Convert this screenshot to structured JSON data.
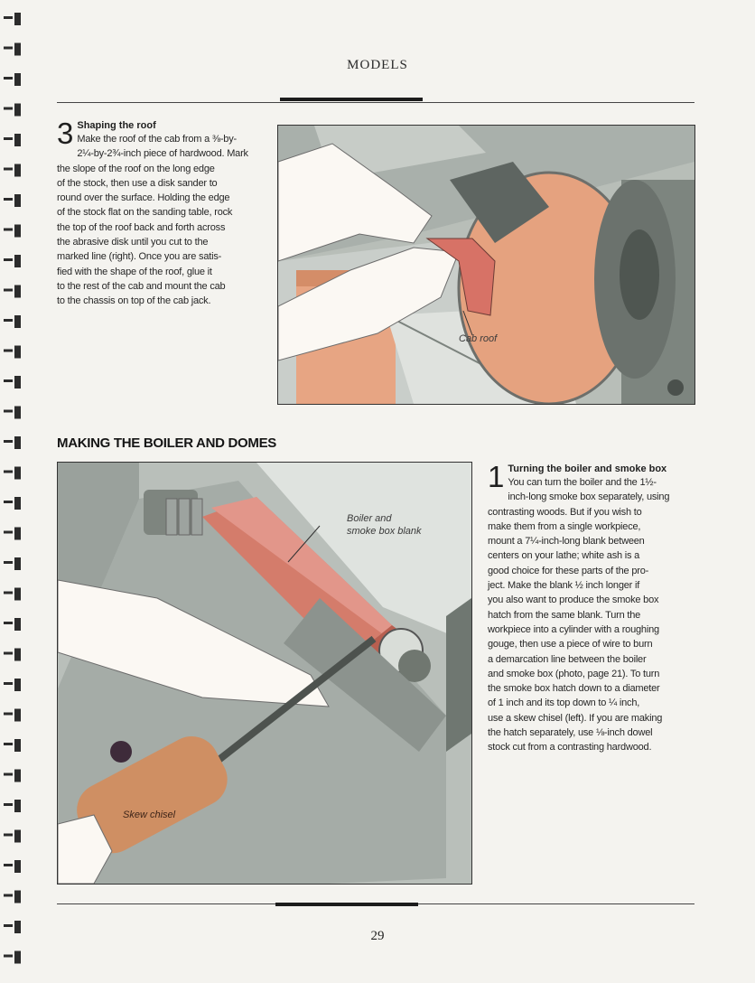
{
  "header": {
    "title": "MODELS"
  },
  "step3": {
    "number": "3",
    "title": "Shaping the roof",
    "body_lines": [
      "Make the roof of the cab from a ⅜-by-",
      "2¼-by-2¾-inch piece of hardwood. Mark",
      "the slope of the roof on the long edge",
      "of the stock, then use a disk sander to",
      "round over the surface. Holding the edge",
      "of the stock flat on the sanding table, rock",
      "the top of the roof back and forth across",
      "the abrasive disk until you cut to the",
      "marked line (right). Once you are satis-",
      "fied with the shape of the roof, glue it",
      "to the rest of the cab and mount the cab",
      "to the chassis on top of the cab jack."
    ]
  },
  "figure_top": {
    "callout": "Cab roof"
  },
  "section": {
    "heading": "MAKING THE BOILER AND DOMES"
  },
  "figure_bottom": {
    "callout_boiler_line1": "Boiler and",
    "callout_boiler_line2": "smoke box blank",
    "callout_chisel": "Skew chisel"
  },
  "step1": {
    "number": "1",
    "title": "Turning the boiler and smoke box",
    "body_lines": [
      "You can turn the boiler and the 1½-",
      "inch-long smoke box separately, using",
      "contrasting woods. But if you wish to",
      "make them from a single workpiece,",
      "mount a 7¼-inch-long blank between",
      "centers on your lathe; white ash is a",
      "good choice for these parts of the pro-",
      "ject. Make the blank ½ inch longer if",
      "you also want to produce the smoke box",
      "hatch from the same blank. Turn the",
      "workpiece into a cylinder with a roughing",
      "gouge, then use a piece of wire to burn",
      "a demarcation line between the boiler",
      "and smoke box (photo, page 21). To turn",
      "the smoke box hatch down to a diameter",
      "of 1 inch and its top down to ¼ inch,",
      "use a skew chisel (left). If you are making",
      "the hatch separately, use ⅛-inch dowel",
      "stock cut from a contrasting hardwood."
    ]
  },
  "footer": {
    "page_number": "29"
  },
  "colors": {
    "paper": "#f4f3ef",
    "wood": "#d8906a",
    "machine_gray": "#8f9690",
    "dark_gray": "#5b625e"
  }
}
